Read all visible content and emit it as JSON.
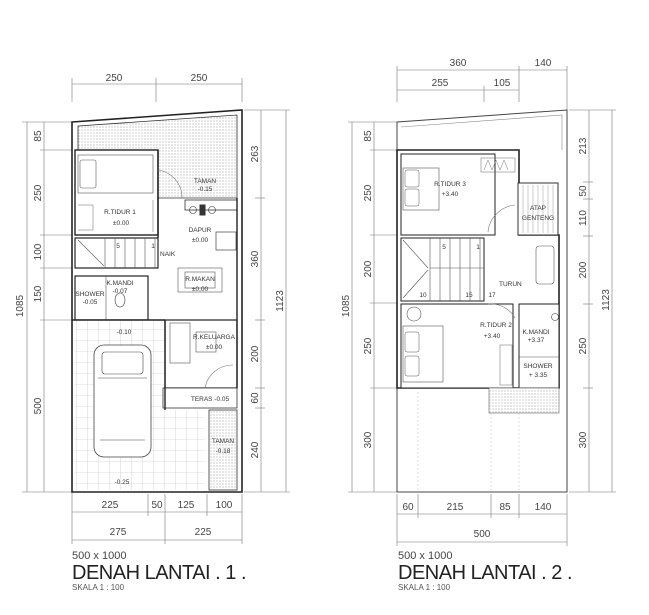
{
  "plan1": {
    "size": "500 x 1000",
    "title": "DENAH LANTAI . 1 .",
    "scale": "SKALA  1  :  100",
    "dims_top": [
      "250",
      "250"
    ],
    "dims_bottom_row1": [
      "225",
      "50",
      "125",
      "100"
    ],
    "dims_bottom_row2": [
      "275",
      "225"
    ],
    "dims_left": [
      "85",
      "250",
      "100",
      "150",
      "500"
    ],
    "dims_left_total": "1085",
    "dims_right": [
      "263",
      "360",
      "200",
      "60",
      "240"
    ],
    "dims_right_total": "1123",
    "rooms": {
      "taman_top": {
        "name": "TAMAN",
        "level": "-0.15"
      },
      "tidur1": {
        "name": "R.TIDUR 1",
        "level": "±0.00"
      },
      "dapur": {
        "name": "DAPUR",
        "level": "±0.00"
      },
      "makan": {
        "name": "R.MAKAN",
        "level": "±0.00"
      },
      "kmandi": {
        "name": "K.MANDI",
        "level": "-0.07"
      },
      "shower": {
        "name": "SHOWER",
        "level": "-0.05"
      },
      "keluarga": {
        "name": "R.KELUARGA",
        "level": "±0.00"
      },
      "teras": {
        "name": "TERAS -0.05"
      },
      "taman_bottom": {
        "name": "TAMAN",
        "level": "-0.18"
      },
      "carport_level": "-0.25",
      "hall_level": "-0.10"
    },
    "stairs": {
      "start": "5",
      "end": "1",
      "label": "NAIK"
    }
  },
  "plan2": {
    "size": "500 x 1000",
    "title": "DENAH LANTAI . 2 .",
    "scale": "SKALA  1  :  100",
    "dims_top_row1": [
      "360",
      "140"
    ],
    "dims_top_row2": [
      "255",
      "105"
    ],
    "dims_bottom_row1": [
      "60",
      "215",
      "85",
      "140"
    ],
    "dims_bottom_row2": [
      "500"
    ],
    "dims_left": [
      "85",
      "250",
      "200",
      "250",
      "300"
    ],
    "dims_left_total": "1085",
    "dims_right": [
      "213",
      "50",
      "110",
      "200",
      "250",
      "300"
    ],
    "dims_right_total": "1123",
    "rooms": {
      "tidur3": {
        "name": "R.TIDUR 3",
        "level": "+3.40"
      },
      "atap": {
        "name": "ATAP",
        "sub": "GENTENG"
      },
      "tidur2": {
        "name": "R.TIDUR 2",
        "level": "+3.40"
      },
      "kmandi": {
        "name": "K.MANDI",
        "level": "+3.37"
      },
      "shower": {
        "name": "SHOWER",
        "level": "+ 3.35"
      }
    },
    "stairs": {
      "n5": "5",
      "n1": "1",
      "n10": "10",
      "n15": "15",
      "n17": "17",
      "label": "TURUN"
    }
  }
}
